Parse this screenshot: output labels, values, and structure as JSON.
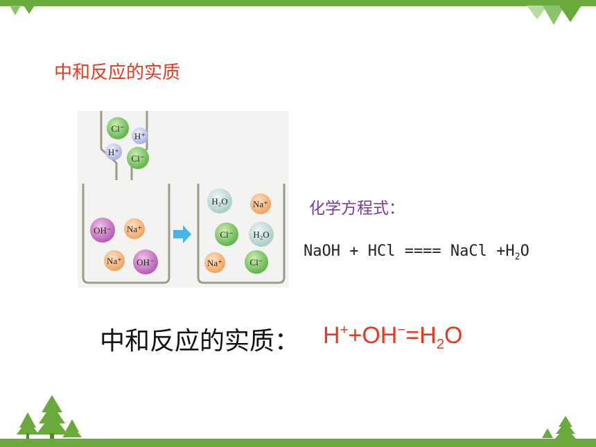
{
  "title": "中和反应的实质",
  "equation_label": "化学方程式：",
  "equation": {
    "lhs": "NaOH + HCl ==== NaCl +H",
    "sub": "2",
    "tail": "O"
  },
  "essence": {
    "label": "中和反应的实质：",
    "h": "H",
    "h_sup": "+",
    "plus": "+OH",
    "oh_sup": "−",
    "eq": "=H",
    "sub": "2",
    "tail": "O"
  },
  "diagram": {
    "dropper_ions": [
      "Cl⁻",
      "H⁺",
      "H⁺",
      "Cl⁻"
    ],
    "beaker1_ions": [
      "OH⁻",
      "Na⁺",
      "Na⁺",
      "OH⁻"
    ],
    "beaker2_ions": [
      "H₂O",
      "Na⁺",
      "Cl⁻",
      "H₂O",
      "Na⁺",
      "Cl⁻"
    ]
  },
  "colors": {
    "title": "#e8381e",
    "label": "#7a3aa0",
    "bar": "#6aaa3c"
  }
}
